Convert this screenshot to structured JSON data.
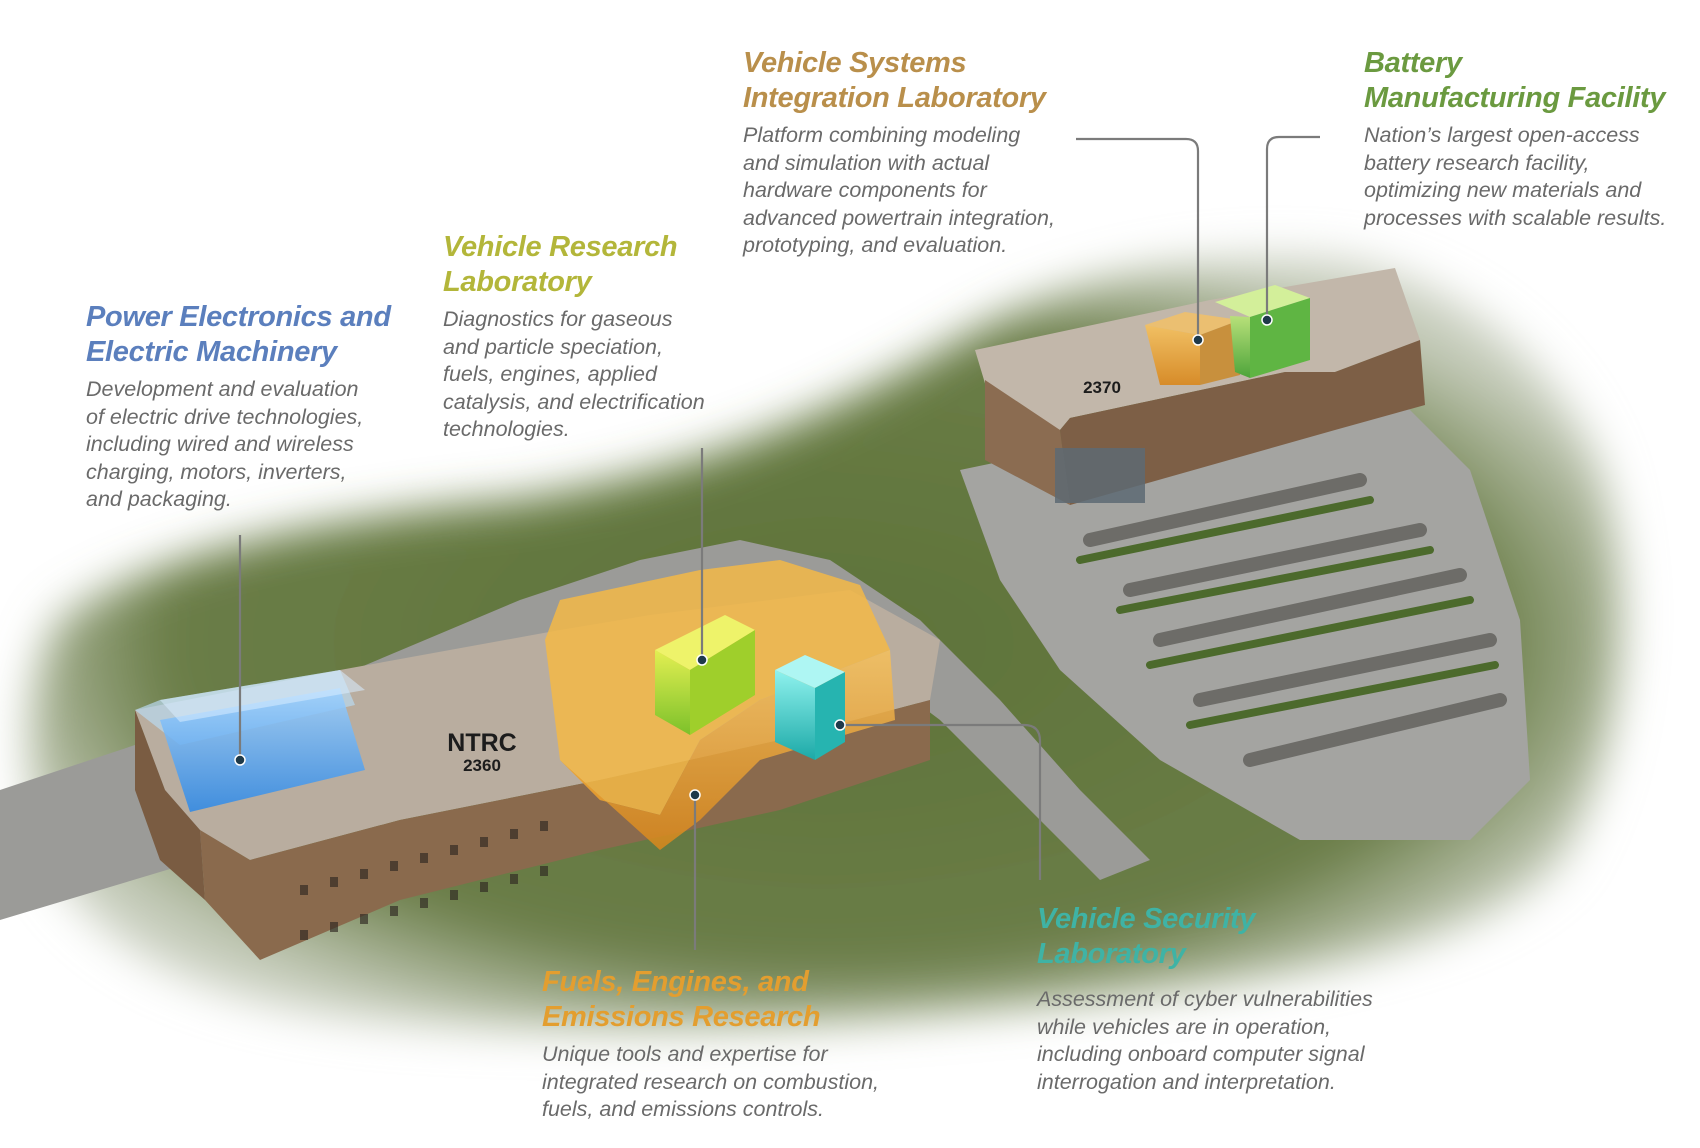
{
  "colors": {
    "power": "#5b7fbd",
    "vrl": "#b3b63a",
    "vsil": "#b98f4b",
    "battery": "#6b9a40",
    "fuels": "#e39e2f",
    "security": "#3fb3a5",
    "body_text": "#6a6a6a",
    "grass": "#5d7238",
    "roof": "#bdb1a3",
    "wall": "#8a6b4e",
    "pavement": "#9c9c9a"
  },
  "labels": {
    "power": {
      "title_line1": "Power Electronics and",
      "title_line2": "Electric Machinery",
      "desc": [
        "Development and evaluation",
        "of electric drive technologies,",
        "including wired and wireless",
        "charging, motors, inverters,",
        "and packaging."
      ]
    },
    "vrl": {
      "title_line1": "Vehicle Research",
      "title_line2": "Laboratory",
      "desc": [
        "Diagnostics for gaseous",
        "and particle speciation,",
        "fuels, engines, applied",
        "catalysis, and electrification",
        "technologies."
      ]
    },
    "vsil": {
      "title_line1": "Vehicle Systems",
      "title_line2": "Integration Laboratory",
      "desc": [
        "Platform combining modeling",
        "and simulation with actual",
        "hardware components for",
        "advanced powertrain integration,",
        "prototyping, and evaluation."
      ]
    },
    "battery": {
      "title_line1": "Battery",
      "title_line2": "Manufacturing Facility",
      "desc": [
        "Nation’s largest open-access",
        "battery research facility,",
        "optimizing new materials and",
        "processes with scalable results."
      ]
    },
    "fuels": {
      "title_line1": "Fuels, Engines, and",
      "title_line2": "Emissions Research",
      "desc": [
        "Unique tools and expertise for",
        "integrated research on combustion,",
        "fuels, and emissions controls."
      ]
    },
    "security": {
      "title_line1": "Vehicle Security",
      "title_line2": "Laboratory",
      "desc": [
        "Assessment of cyber vulnerabilities",
        "while vehicles are in operation,",
        "including onboard computer signal",
        "interrogation and interpretation."
      ]
    }
  },
  "buildings": {
    "ntrc_name": "NTRC",
    "ntrc_number": "2360",
    "second_number": "2370"
  }
}
